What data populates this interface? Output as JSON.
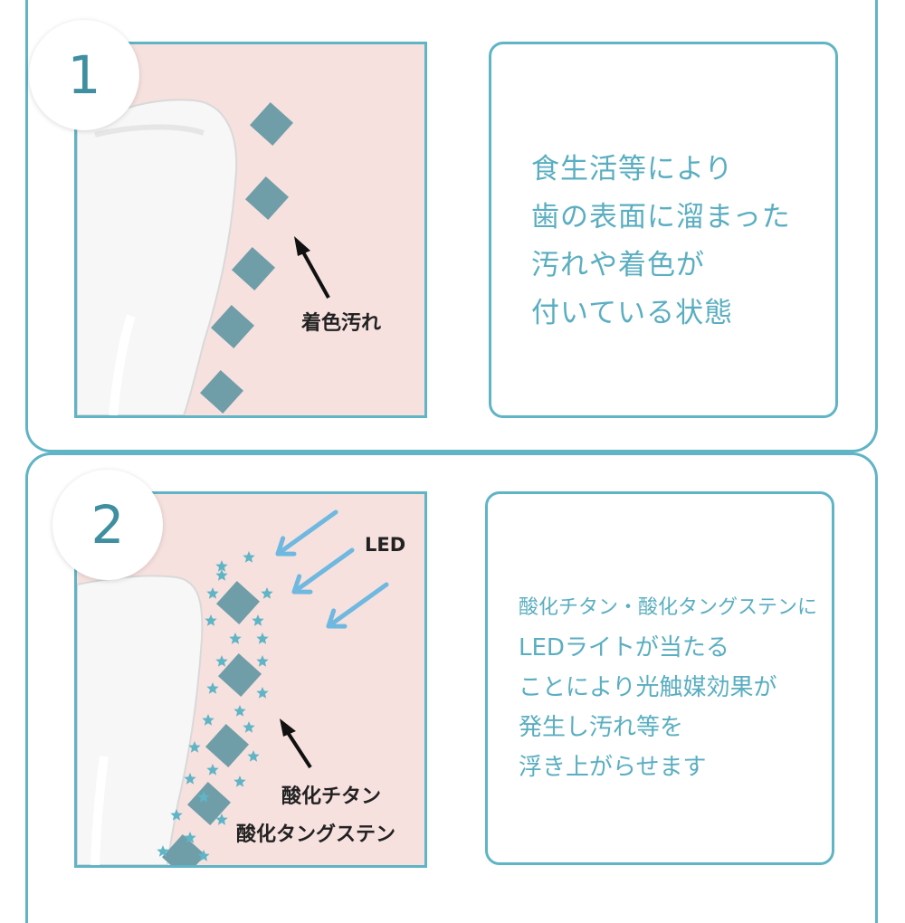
{
  "steps": [
    {
      "number": "1",
      "label": "着色汚れ",
      "description": [
        "食生活等により",
        "歯の表面に溜まった",
        "汚れや着色が",
        "付いている状態"
      ]
    },
    {
      "number": "2",
      "led_label": "LED",
      "agent_labels": [
        "酸化チタン",
        "酸化タングステン"
      ],
      "description": [
        "酸化チタン・酸化タングステンに",
        "LEDライトが当たる",
        "ことにより光触媒効果が",
        "発生し汚れ等を",
        "浮き上がらせます"
      ]
    }
  ],
  "colors": {
    "accent": "#5fb4c6",
    "text": "#5aaec1",
    "panel_bg": "#f6e1df",
    "stain": "#6f9ea8",
    "led_arrow": "#6fb8e0",
    "sparkle": "#5fb4c6"
  }
}
